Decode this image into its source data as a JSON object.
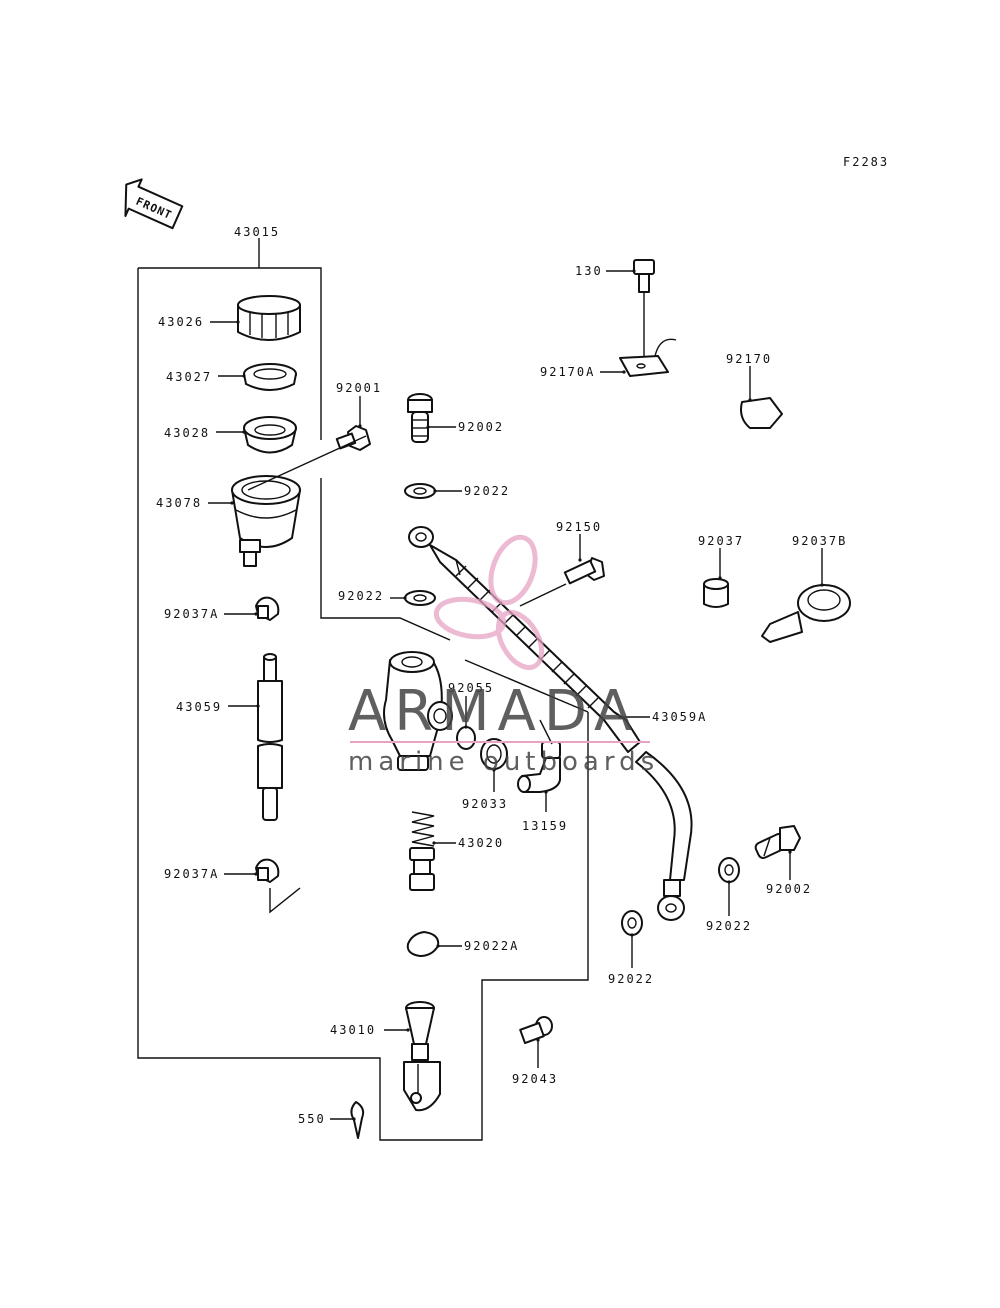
{
  "figure_code": "F2283",
  "front_label": "FRONT",
  "watermark": {
    "brand": "ARMADA",
    "tagline": "marine outboards",
    "accent": "#e7a3c6"
  },
  "labels": {
    "p43015": "43015",
    "p43026": "43026",
    "p43027": "43027",
    "p43028": "43028",
    "p43078": "43078",
    "p92037A_top": "92037A",
    "p43059": "43059",
    "p92037A_bot": "92037A",
    "p92001": "92001",
    "p92002_top": "92002",
    "p92022_a": "92022",
    "p92022_b": "92022",
    "p92055": "92055",
    "p92033": "92033",
    "p13159": "13159",
    "p43020": "43020",
    "p92022A": "92022A",
    "p43010": "43010",
    "p550": "550",
    "p92043": "92043",
    "p130": "130",
    "p92170A": "92170A",
    "p92170": "92170",
    "p92150": "92150",
    "p92037": "92037",
    "p92037B": "92037B",
    "p43059A": "43059A",
    "p92002_right": "92002",
    "p92022_right": "92022",
    "p92022_bottom": "92022"
  },
  "colors": {
    "line": "#111111",
    "background": "#ffffff"
  }
}
